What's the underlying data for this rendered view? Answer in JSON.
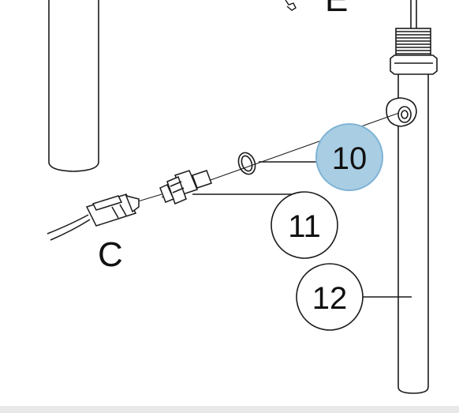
{
  "diagram": {
    "callouts": [
      {
        "id": "10",
        "label": "10",
        "highlighted": true
      },
      {
        "id": "11",
        "label": "11",
        "highlighted": false
      },
      {
        "id": "12",
        "label": "12",
        "highlighted": false
      }
    ],
    "letters": {
      "connector": "C",
      "top_partial": "E"
    },
    "colors": {
      "line": "#1a1a1a",
      "highlight_fill": "#a9cde3",
      "highlight_stroke": "#7fb3d5"
    }
  }
}
